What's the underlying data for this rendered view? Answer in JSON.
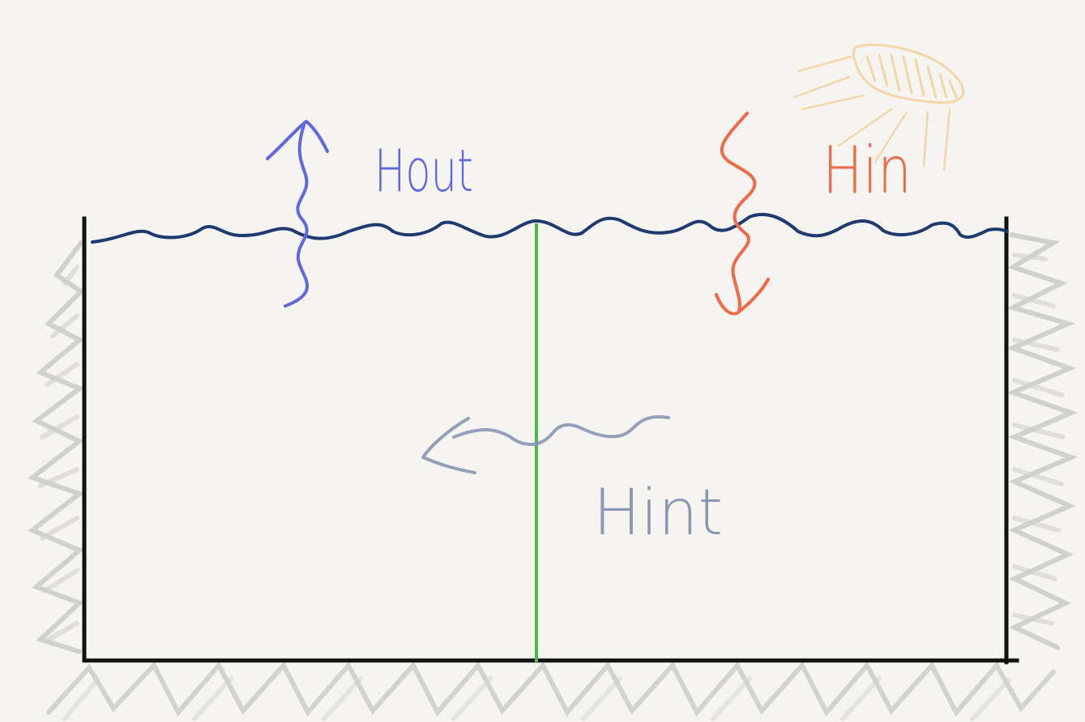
{
  "labels": {
    "heat_out": "Hout",
    "heat_in": "Hin",
    "heat_internal": "Hint"
  },
  "colors": {
    "background": "#f5f4f0",
    "water_surface": "#1f3a70",
    "walls": "#111111",
    "divider": "#4cb84c",
    "heat_out": "#6068e0",
    "heat_in": "#f06a48",
    "heat_internal": "#8a96b4",
    "sun": "#f3cf96",
    "ground_hatch": "#bdbdbd"
  },
  "icons": {
    "sun": "sun-icon",
    "heat_out_arrow": "squiggle-arrow-up-icon",
    "heat_in_arrow": "squiggle-arrow-down-icon",
    "heat_internal_arrow": "wavy-arrow-left-icon"
  }
}
